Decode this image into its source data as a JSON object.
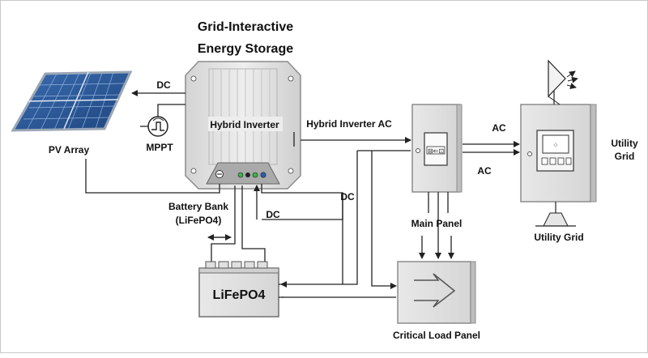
{
  "title_line1": "Grid-Interactive",
  "title_line2": "Energy Storage",
  "pv_array": "PV Array",
  "mppt": "MPPT",
  "hybrid_inverter": "Hybrid Inverter",
  "hybrid_inverter_ac": "Hybrid Inverter  AC",
  "dc_top": "DC",
  "dc_mid": "DC",
  "dc_low": "DC",
  "battery_bank_line1": "Battery Bank",
  "battery_bank_line2": "(LiFePO4)",
  "battery_label": "LiFePO4",
  "ac_upper": "AC",
  "ac_lower": "AC",
  "main_panel": "Main Panel",
  "utility_grid_side_line1": "Utility",
  "utility_grid_side_line2": "Grid",
  "utility_grid": "Utility Grid",
  "critical_load_panel": "Critical Load Panel",
  "colors": {
    "device_body": "#e6e6e6",
    "device_edge": "#8c8c8c",
    "solar_blue": "#2f5f9e",
    "led_green": "#39b54a",
    "led_blue": "#2a5db0"
  }
}
